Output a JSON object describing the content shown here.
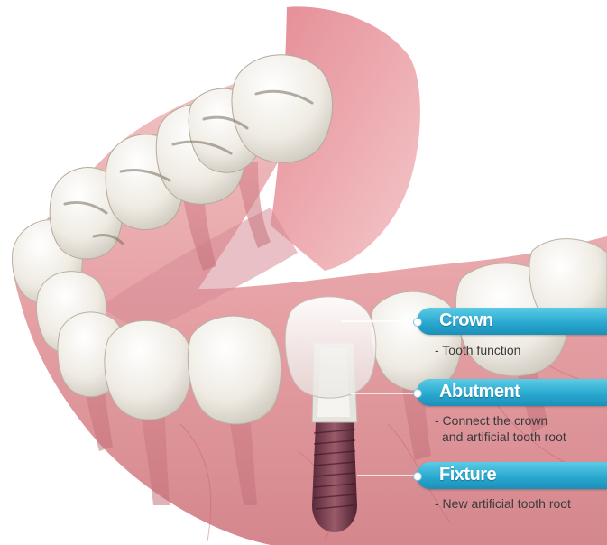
{
  "labels": {
    "crown": {
      "title": "Crown",
      "lines": [
        "- Tooth function"
      ]
    },
    "abutment": {
      "title": "Abutment",
      "lines": [
        "- Connect the crown",
        "and artificial tooth root"
      ]
    },
    "fixture": {
      "title": "Fixture",
      "lines": [
        "- New artificial tooth root"
      ]
    }
  },
  "colors": {
    "pill": "#2aa9d0",
    "gum": "#e8a6a8",
    "tooth": "#f4f1ea",
    "implant": "#7a3f50",
    "leader": "#ffffff"
  }
}
